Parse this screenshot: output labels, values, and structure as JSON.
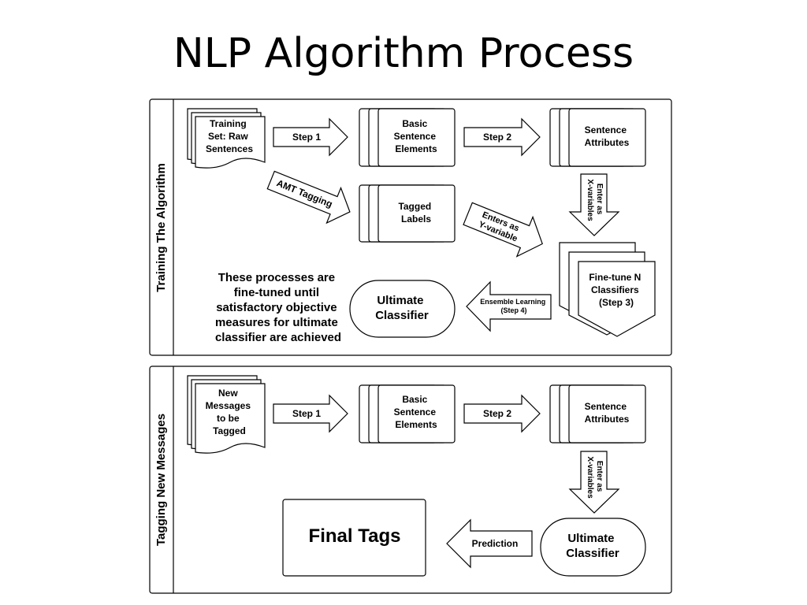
{
  "title": "NLP Algorithm Process",
  "training": {
    "label": "Training The Algorithm",
    "raw": [
      "Training",
      "Set: Raw",
      "Sentences"
    ],
    "step1": "Step 1",
    "basic": [
      "Basic",
      "Sentence",
      "Elements"
    ],
    "step2": "Step 2",
    "attrs": [
      "Sentence",
      "Attributes"
    ],
    "amt": "AMT Tagging",
    "tagged": [
      "Tagged",
      "Labels"
    ],
    "enters_y": [
      "Enters as",
      "Y-variable"
    ],
    "enters_x": [
      "Enter as",
      "X-variables"
    ],
    "finetune": [
      "Fine-tune N",
      "Classifiers",
      "(Step 3)"
    ],
    "ensemble": [
      "Ensemble Learning",
      "(Step 4)"
    ],
    "ultimate": [
      "Ultimate",
      "Classifier"
    ],
    "note": [
      "These processes are",
      "fine-tuned until",
      "satisfactory objective",
      "measures for ultimate",
      "classifier are achieved"
    ]
  },
  "tagging": {
    "label": "Tagging New Messages",
    "msgs": [
      "New",
      "Messages",
      "to be",
      "Tagged"
    ],
    "step1": "Step 1",
    "basic": [
      "Basic",
      "Sentence",
      "Elements"
    ],
    "step2": "Step 2",
    "attrs": [
      "Sentence",
      "Attributes"
    ],
    "enters_x": [
      "Enter as",
      "X-variables"
    ],
    "ultimate": [
      "Ultimate",
      "Classifier"
    ],
    "prediction": "Prediction",
    "final": "Final Tags"
  }
}
